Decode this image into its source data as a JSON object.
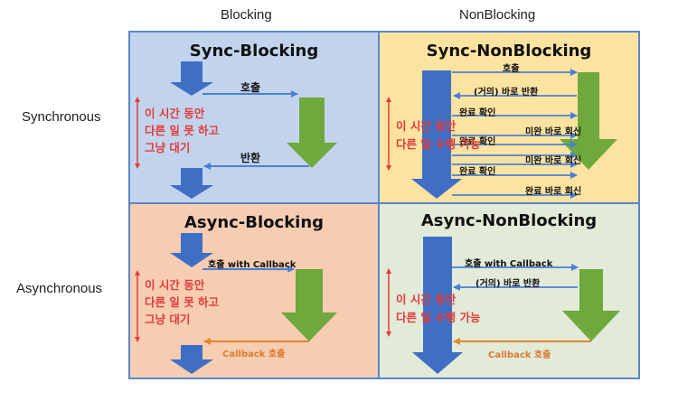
{
  "headers": {
    "blocking": "Blocking",
    "nonblocking": "NonBlocking"
  },
  "rows": {
    "sync": "Synchronous",
    "async": "Asynchronous"
  },
  "colors": {
    "sync_blocking_bg": "#c2d4ec",
    "sync_nonblocking_bg": "#fde3a0",
    "async_blocking_bg": "#f7cdb2",
    "async_nonblocking_bg": "#e2ead8",
    "border": "#5b86c9",
    "blue_arrow": "#3e6fc5",
    "green_arrow": "#6fa83d",
    "msg_arrow": "#4a7fd6",
    "callback_arrow": "#e2852f",
    "note_red": "#e23b3b"
  },
  "sync_blocking": {
    "title": "Sync-Blocking",
    "call": "호출",
    "ret": "반환",
    "note": [
      "이 시간 동안",
      "다른 일 못 하고",
      "그냥 대기"
    ]
  },
  "sync_nonblocking": {
    "title": "Sync-NonBlocking",
    "call": "호출",
    "almost_ret": "(거의) 바로 반환",
    "check": "완료 확인",
    "not_done_reply": "미완 바로 회신",
    "done_reply": "완료 바로 회신",
    "note": [
      "이 시간 동안",
      "다른 일 수행 가능"
    ]
  },
  "async_blocking": {
    "title": "Async-Blocking",
    "call": "호출 with Callback",
    "callback": "Callback 호출",
    "note": [
      "이 시간 동안",
      "다른 일 못 하고",
      "그냥 대기"
    ]
  },
  "async_nonblocking": {
    "title": "Async-NonBlocking",
    "call": "호출 with Callback",
    "almost_ret": "(거의) 바로 반환",
    "callback": "Callback 호출",
    "note": [
      "이 시간 동안",
      "다른 일 수행 가능"
    ]
  }
}
